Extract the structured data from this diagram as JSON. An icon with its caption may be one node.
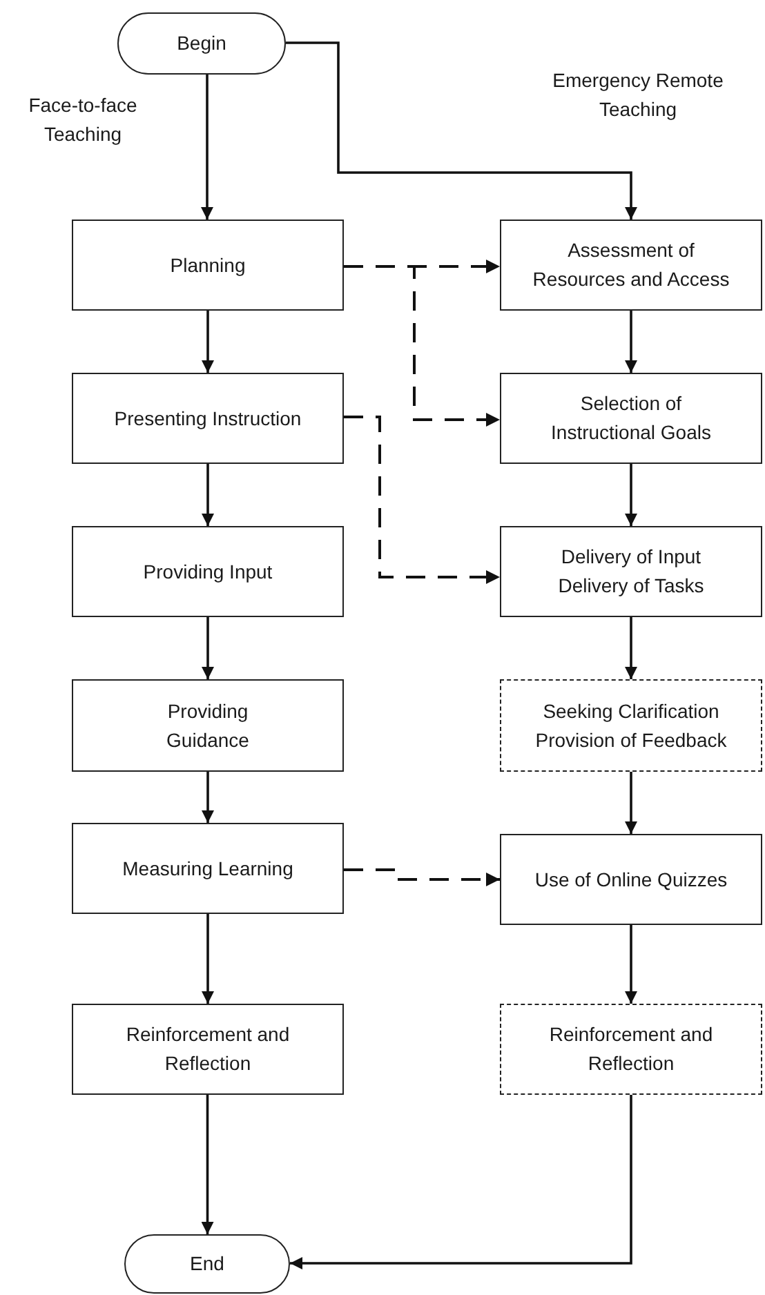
{
  "diagram": {
    "nodes": [
      {
        "text": [
          "Begin"
        ]
      },
      {
        "text": [
          "Planning"
        ]
      },
      {
        "text": [
          "Assessment of Resources and Access"
        ]
      },
      {
        "text": [
          "Presenting Instruction"
        ]
      },
      {
        "text": [
          "Selection of Instructional Goals"
        ]
      },
      {
        "text": [
          "Providing Input"
        ]
      },
      {
        "text": [
          "Delivery of Input Delivery of Tasks"
        ]
      },
      {
        "text": [
          "Providing Guidance"
        ]
      },
      {
        "text": [
          "Seeking Clarification Provision of Feedback"
        ]
      },
      {
        "text": [
          "Measuring Learning"
        ]
      },
      {
        "text": [
          "Use of Online Quizzes"
        ]
      },
      {
        "text": [
          "Reinforcement and Reflection"
        ]
      },
      {
        "text": [
          "Reinforcement and Reflection"
        ]
      },
      {
        "text": [
          "End"
        ]
      }
    ],
    "edges": [
      {
        "from": 0,
        "to": 1,
        "arrow": "to"
      },
      {
        "from": 0,
        "to": 2,
        "arrow": "to"
      },
      {
        "from": 1,
        "to": 3,
        "arrow": "to"
      },
      {
        "from": 3,
        "to": 5,
        "arrow": "to"
      },
      {
        "from": 5,
        "to": 7,
        "arrow": "to"
      },
      {
        "from": 7,
        "to": 9,
        "arrow": "to"
      },
      {
        "from": 9,
        "to": 11,
        "arrow": "to"
      },
      {
        "from": 11,
        "to": 13,
        "arrow": "to"
      },
      {
        "from": 2,
        "to": 4,
        "arrow": "to"
      },
      {
        "from": 4,
        "to": 6,
        "arrow": "to"
      },
      {
        "from": 6,
        "to": 8,
        "arrow": "to"
      },
      {
        "from": 8,
        "to": 10,
        "arrow": "to"
      },
      {
        "from": 10,
        "to": 12,
        "arrow": "to"
      },
      {
        "from": 12,
        "to": 13,
        "arrow": "to"
      },
      {
        "from": 1,
        "to": 2,
        "arrow": "to",
        "style": "dashed"
      },
      {
        "from": 1,
        "to": 4,
        "arrow": "to",
        "style": "dashed"
      },
      {
        "from": 3,
        "to": 6,
        "arrow": "to",
        "style": "dashed"
      },
      {
        "from": 9,
        "to": 10,
        "arrow": "to",
        "style": "dashed"
      }
    ],
    "labels": [
      "Emergency Remote Teaching",
      "Face-to-face Teaching"
    ]
  }
}
